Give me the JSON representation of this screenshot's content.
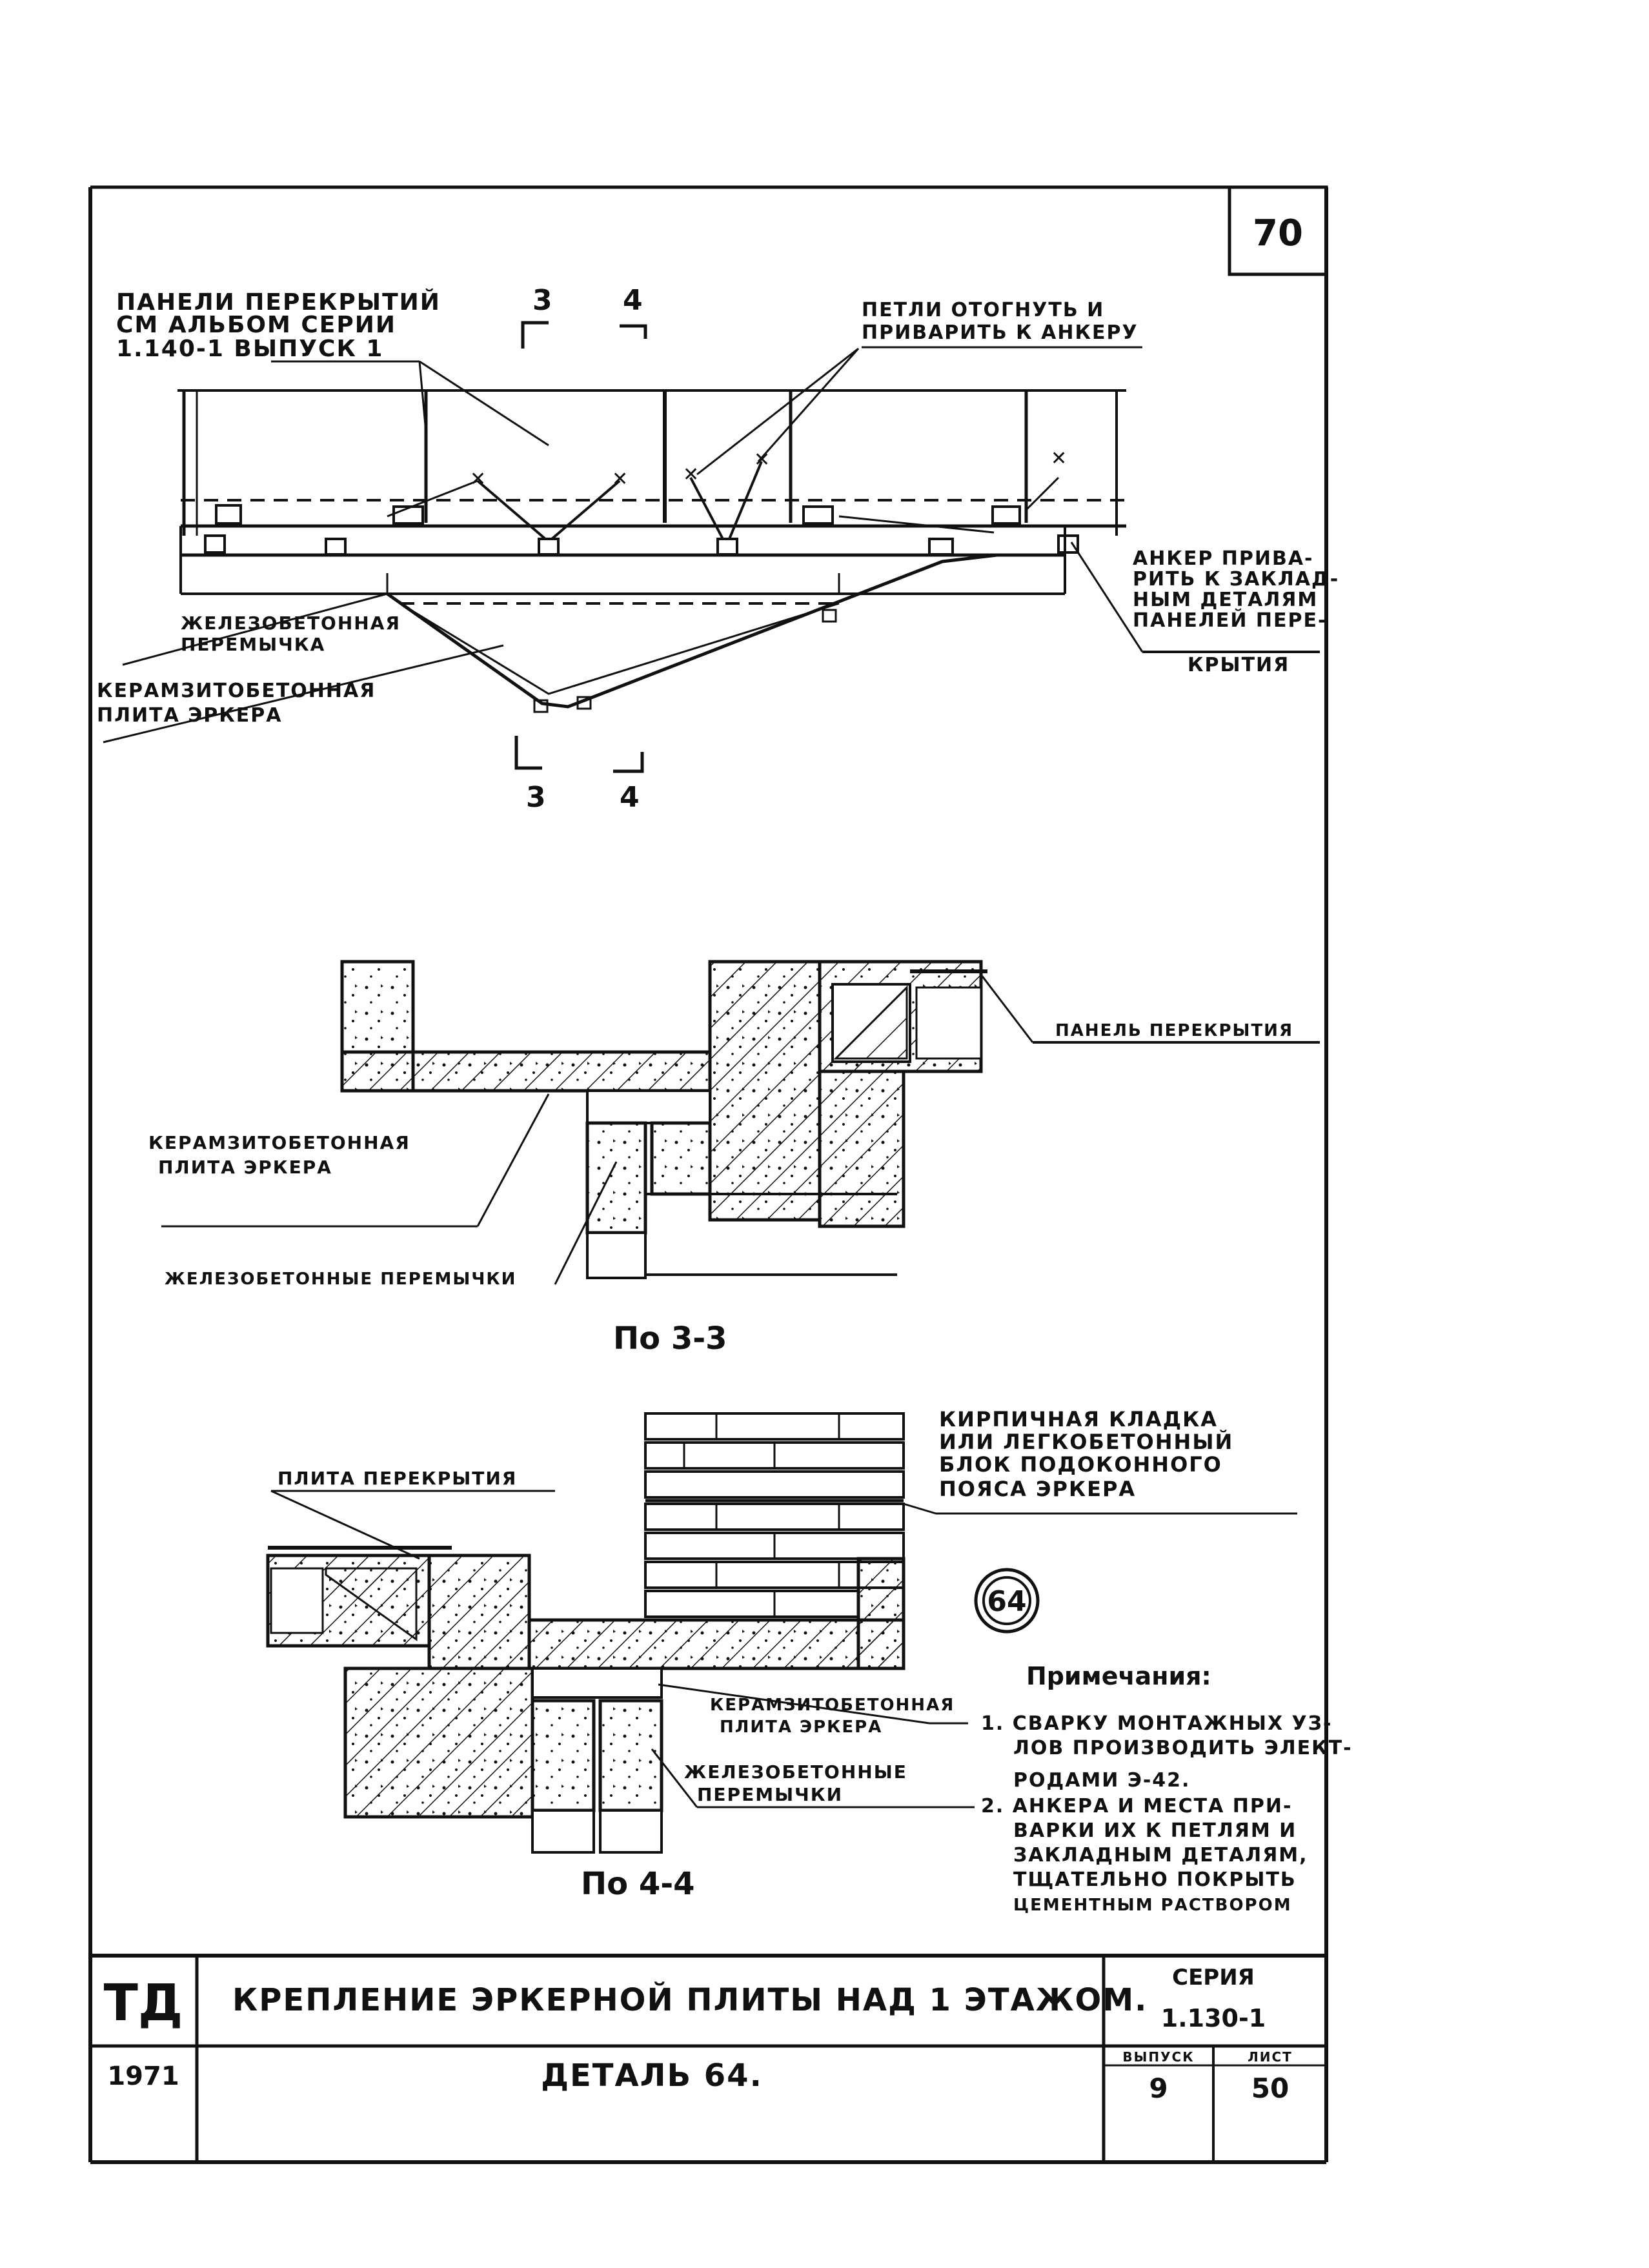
{
  "sheet": {
    "number": "70"
  },
  "plan": {
    "section_marks": {
      "cut_3_top": "3",
      "cut_4_top": "4",
      "cut_3_bottom": "3",
      "cut_4_bottom": "4"
    },
    "labels": {
      "floor_panels": [
        "ПАНЕЛИ ПЕРЕКРЫТИЙ",
        "СМ АЛЬБОМ СЕРИИ",
        "1.140-1 ВЫПУСК 1"
      ],
      "loops": [
        "ПЕТЛИ ОТОГНУТЬ И",
        "ПРИВАРИТЬ К АНКЕРУ"
      ],
      "anchor": [
        "АНКЕР ПРИВА-",
        "РИТЬ К ЗАКЛАД-",
        "НЫМ ДЕТАЛЯМ",
        "ПАНЕЛЕЙ ПЕРЕ-",
        "КРЫТИЯ"
      ],
      "lintel": [
        "ЖЕЛЕЗОБЕТОННАЯ",
        "ПЕРЕМЫЧКА"
      ],
      "bay_slab": [
        "КЕРАМЗИТОБЕТОННАЯ",
        "ПЛИТА ЭРКЕРА"
      ]
    }
  },
  "section_3_3": {
    "caption": "По 3-3",
    "labels": {
      "floor_panel": "ПАНЕЛЬ ПЕРЕКРЫТИЯ",
      "bay_slab": [
        "КЕРАМЗИТОБЕТОННАЯ",
        "ПЛИТА ЭРКЕРА"
      ],
      "lintels": "ЖЕЛЕЗОБЕТОННЫЕ ПЕРЕМЫЧКИ"
    }
  },
  "section_4_4": {
    "caption": "По 4-4",
    "labels": {
      "floor_slab": "ПЛИТА ПЕРЕКРЫТИЯ",
      "masonry": [
        "КИРПИЧНАЯ КЛАДКА",
        "ИЛИ ЛЕГКОБЕТОННЫЙ",
        "БЛОК ПОДОКОННОГО",
        "ПОЯСА ЭРКЕРА"
      ],
      "bay_slab": [
        "КЕРАМЗИТОБЕТОННАЯ",
        "ПЛИТА ЭРКЕРА"
      ],
      "lintels": [
        "ЖЕЛЕЗОБЕТОННЫЕ",
        "ПЕРЕМЫЧКИ"
      ]
    },
    "detail_mark": "64"
  },
  "notes": {
    "heading": "Примечания:",
    "lines": [
      "1. СВАРКУ МОНТАЖНЫХ УЗ-",
      "ЛОВ ПРОИЗВОДИТЬ ЭЛЕКТ-",
      "РОДАМИ Э-42.",
      "2. АНКЕРА И МЕСТА ПРИ-",
      "ВАРКИ ИХ К ПЕТЛЯМ И",
      "ЗАКЛАДНЫМ ДЕТАЛЯМ,",
      "ТЩАТЕЛЬНО ПОКРЫТЬ",
      "ЦЕМЕНТНЫМ РАСТВОРОМ"
    ]
  },
  "title_block": {
    "org": "ТД",
    "year": "1971",
    "title": "КРЕПЛЕНИЕ ЭРКЕРНОЙ ПЛИТЫ НАД 1 ЭТАЖОМ.",
    "subtitle": "ДЕТАЛЬ 64.",
    "series_label": "СЕРИЯ",
    "series_value": "1.130-1",
    "issue_label": "ВЫПУСК",
    "issue_value": "9",
    "sheet_label": "ЛИСТ",
    "sheet_value": "50"
  }
}
